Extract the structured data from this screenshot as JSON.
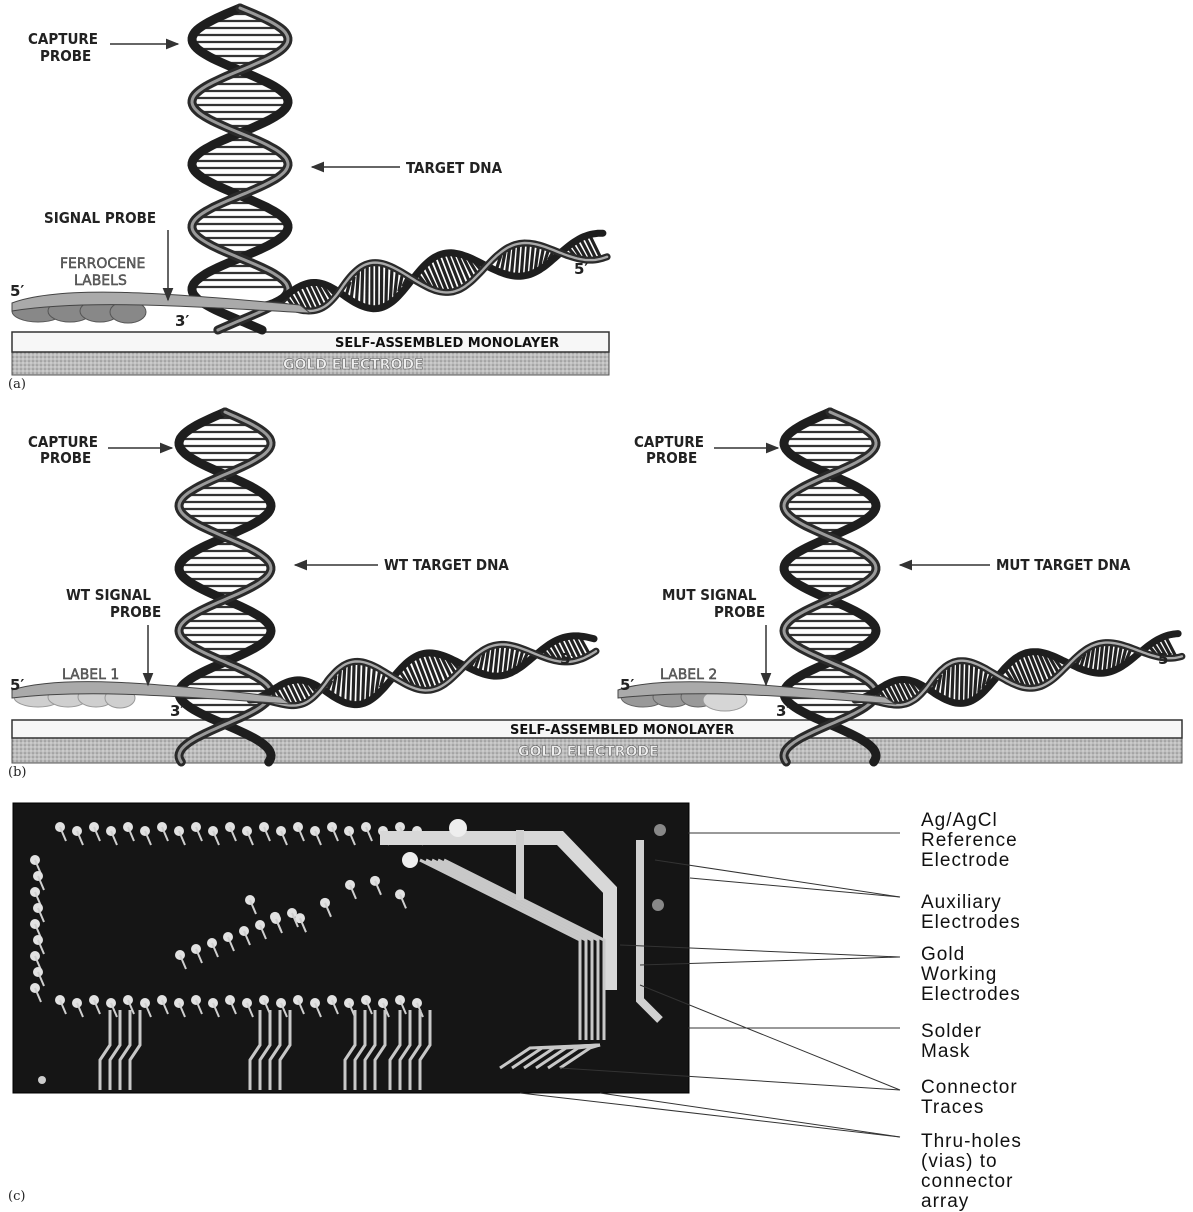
{
  "panel_a": {
    "tag": "(a)",
    "capture_probe": [
      "CAPTURE",
      "PROBE"
    ],
    "target_dna": "TARGET DNA",
    "signal_probe": "SIGNAL PROBE",
    "ferrocene_labels": [
      "FERROCENE",
      "LABELS"
    ],
    "five_prime_left": "5′",
    "five_prime_right": "5′",
    "three_prime": "3′",
    "monolayer": "SELF-ASSEMBLED MONOLAYER",
    "electrode": "GOLD ELECTRODE"
  },
  "panel_b": {
    "tag": "(b)",
    "monolayer": "SELF-ASSEMBLED MONOLAYER",
    "electrode": "GOLD ELECTRODE",
    "left": {
      "capture_probe": [
        "CAPTURE",
        "PROBE"
      ],
      "target_dna": "WT TARGET DNA",
      "signal_probe": [
        "WT SIGNAL",
        "PROBE"
      ],
      "label": "LABEL 1",
      "five_prime_left": "5′",
      "five_prime_right": "5′",
      "three_prime": "3′"
    },
    "right": {
      "capture_probe": [
        "CAPTURE",
        "PROBE"
      ],
      "target_dna": "MUT TARGET DNA",
      "signal_probe": [
        "MUT SIGNAL",
        "PROBE"
      ],
      "label": "LABEL 2",
      "five_prime_left": "5′",
      "five_prime_right": "5′",
      "three_prime": "3′"
    }
  },
  "panel_c": {
    "tag": "(c)",
    "callouts": [
      [
        "Ag/AgCl",
        "Reference",
        "Electrode"
      ],
      [
        "Auxiliary",
        "Electrodes"
      ],
      [
        "Gold",
        "Working",
        "Electrodes"
      ],
      [
        "Solder",
        "Mask"
      ],
      [
        "Connector",
        "Traces"
      ],
      [
        "Thru-holes",
        "(vias) to",
        "connector",
        "array"
      ]
    ]
  }
}
